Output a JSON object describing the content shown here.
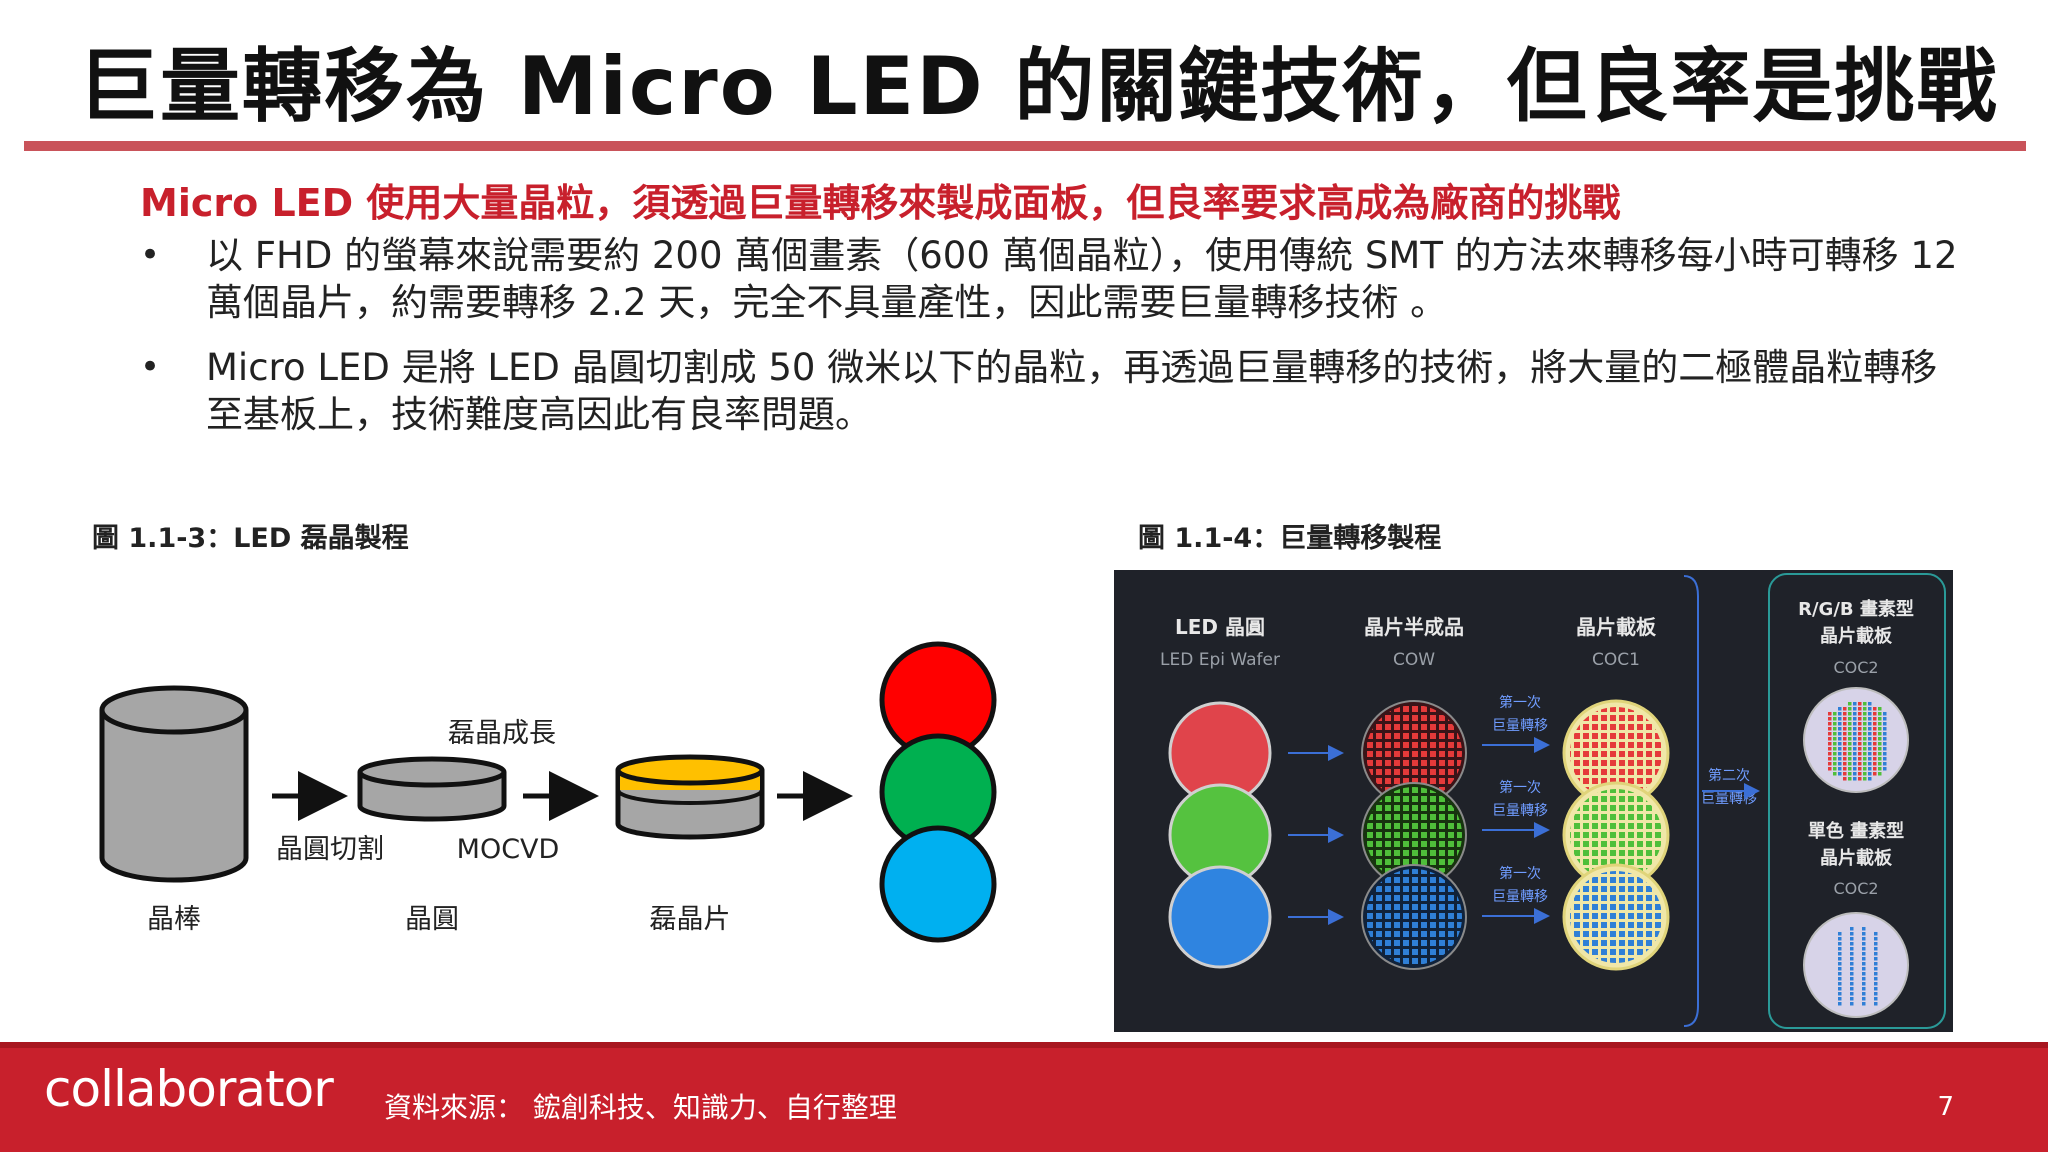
{
  "slide": {
    "title": "巨量轉移為 Micro LED 的關鍵技術，但良率是挑戰",
    "subhead": "Micro LED 使用大量晶粒，須透過巨量轉移來製成面板，但良率要求高成為廠商的挑戰",
    "bullets": [
      "以 FHD 的螢幕來說需要約 200 萬個畫素（600 萬個晶粒），使用傳統 SMT 的方法來轉移每小時可轉移 12 萬個晶片，約需要轉移 2.2 天，完全不具量產性，因此需要巨量轉移技術 。",
      "Micro LED 是將 LED 晶圓切割成 50 微米以下的晶粒，再透過巨量轉移的技術，將大量的二極體晶粒轉移至基板上，技術難度高因此有良率問題。"
    ],
    "page_number": "7"
  },
  "figure1": {
    "caption": "圖 1.1-3：LED 磊晶製程",
    "labels": {
      "ingot": "晶棒",
      "cutting": "晶圓切割",
      "wafer": "晶圓",
      "growth": "磊晶成長",
      "mocvd": "MOCVD",
      "epi_wafer": "磊晶片"
    },
    "colors": {
      "red": "#ff0000",
      "green": "#00b050",
      "blue": "#00b0f0",
      "epi_layer": "#ffc000",
      "gray": "#a6a6a6"
    }
  },
  "figure2": {
    "caption": "圖 1.1-4：巨量轉移製程",
    "col1_title": "LED 晶圓",
    "col1_sub": "LED Epi Wafer",
    "col2_title": "晶片半成品",
    "col2_sub": "COW",
    "col3_title": "晶片載板",
    "col3_sub": "COC1",
    "col4a_title1": "R/G/B 畫素型",
    "col4a_title2": "晶片載板",
    "col4a_sub": "COC2",
    "col4b_title1": "單色 畫素型",
    "col4b_title2": "晶片載板",
    "col4b_sub": "COC2",
    "first_transfer_1": "第一次",
    "first_transfer_2": "巨量轉移",
    "second_transfer_1": "第二次",
    "second_transfer_2": "巨量轉移"
  },
  "footer": {
    "logo": "collaborator",
    "source": "資料來源： 鋐創科技、知識力、自行整理"
  }
}
